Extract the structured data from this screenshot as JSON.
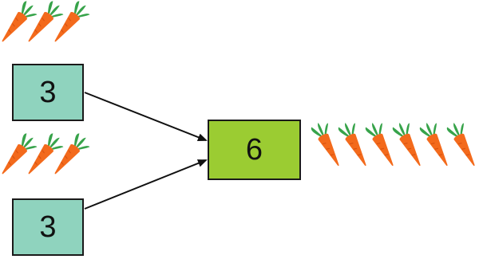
{
  "colors": {
    "addend_box_fill": "#8fd3be",
    "sum_box_fill": "#9bcc32",
    "box_border": "#1a1a1a",
    "arrow": "#111111",
    "carrot_body": "#f36a1c",
    "carrot_stripe": "#d8510f",
    "carrot_leaf": "#37a34a"
  },
  "icons": [
    "carrot-icon",
    "arrow-icon"
  ],
  "addend_top": {
    "value": "3",
    "carrot_count": 3
  },
  "addend_bottom": {
    "value": "3",
    "carrot_count": 3
  },
  "sum": {
    "value": "6",
    "carrot_count": 6
  }
}
